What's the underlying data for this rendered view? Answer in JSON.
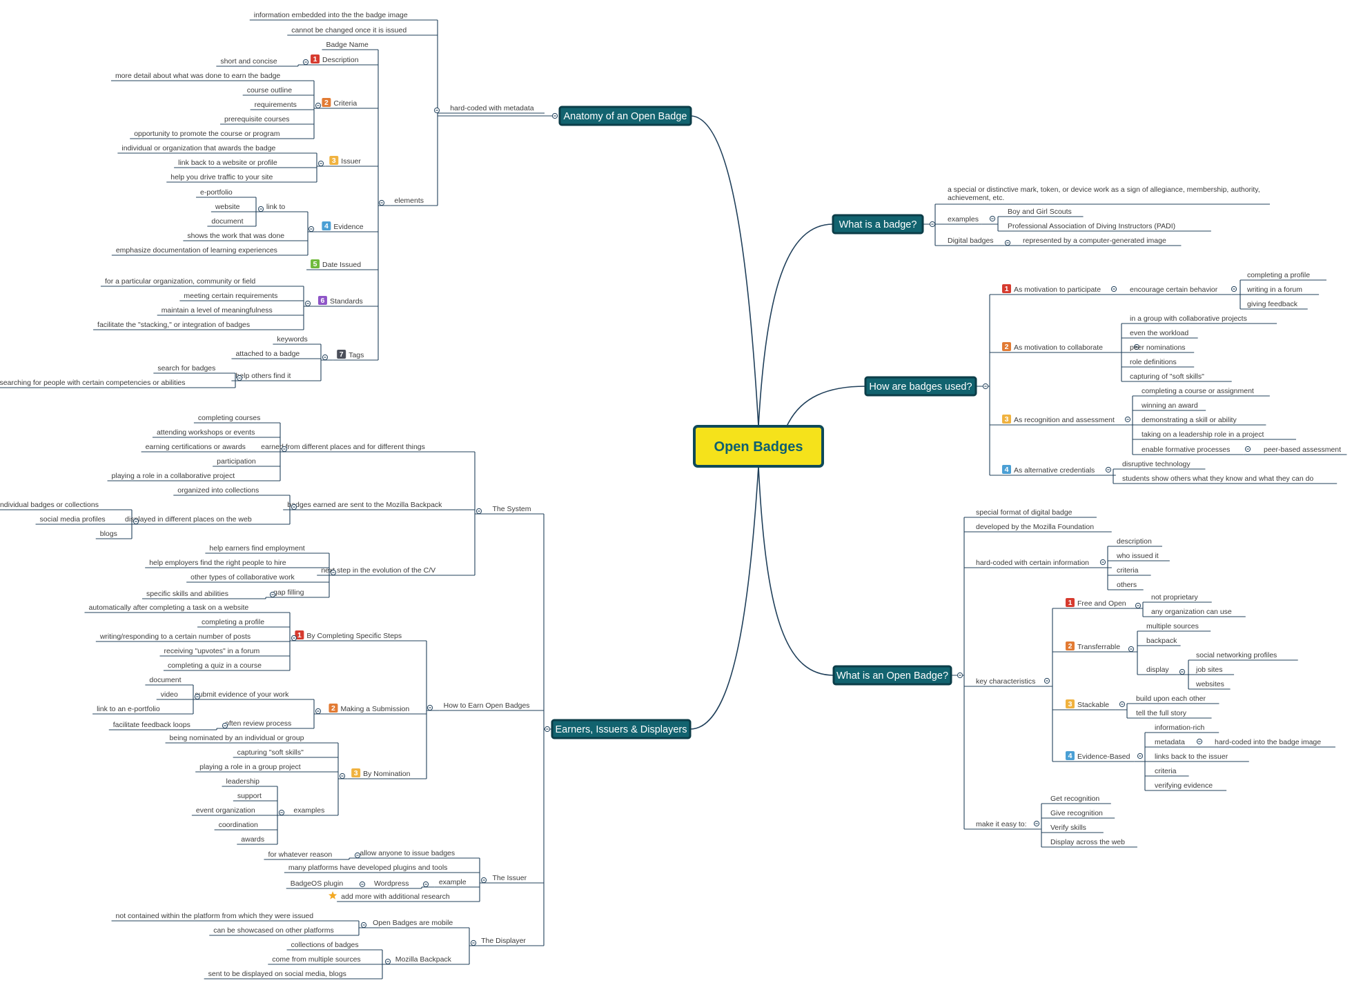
{
  "root": "Open Badges",
  "colors": {
    "root_fill": "#f5e21b",
    "root_border": "#0f4a59",
    "root_text": "#0e5f70",
    "main_fill": "#12636f",
    "main_border": "#0c3d48",
    "line": "#1f3f5a",
    "marker_1": "#d63b2f",
    "marker_2": "#e27b34",
    "marker_3": "#f0b23f",
    "marker_4": "#4a9fd4",
    "marker_5": "#6fba3a",
    "marker_6": "#8e55c7",
    "marker_7": "#4b4f5a",
    "star": "#f3a923"
  },
  "branches": {
    "anatomy": {
      "label": "Anatomy of an Open Badge",
      "hardcoded": {
        "label": "hard-coded with metadata",
        "items": [
          "information embedded into the the badge image",
          "cannot be changed once it is issued"
        ]
      },
      "elements": {
        "label": "elements",
        "badge_name": "Badge Name",
        "description": {
          "num": "1",
          "label": "Description",
          "items": [
            "short and concise"
          ]
        },
        "criteria": {
          "num": "2",
          "label": "Criteria",
          "items": [
            "more detail about what was done to earn the badge",
            "course outline",
            "requirements",
            "prerequisite courses",
            "opportunity to promote the course or program"
          ]
        },
        "issuer": {
          "num": "3",
          "label": "Issuer",
          "items": [
            "individual or organization that awards the badge",
            "link back to a website or profile",
            "help you drive traffic to your site"
          ]
        },
        "evidence": {
          "num": "4",
          "label": "Evidence",
          "link_to": {
            "label": "link to",
            "items": [
              "e-portfolio",
              "website",
              "document"
            ]
          },
          "items": [
            "shows the work that was done",
            "emphasize documentation of learning experiences"
          ]
        },
        "date_issued": {
          "num": "5",
          "label": "Date Issued"
        },
        "standards": {
          "num": "6",
          "label": "Standards",
          "items": [
            "for a particular organization, community or field",
            "meeting certain requirements",
            "maintain a level of meaningfulness",
            "facilitate the \"stacking,\" or integration of badges"
          ]
        },
        "tags": {
          "num": "7",
          "label": "Tags",
          "items": [
            "keywords",
            "attached to a badge"
          ],
          "help": {
            "label": "help others find it",
            "items": [
              "search for badges",
              "searching for people with certain competencies or abilities"
            ]
          }
        }
      }
    },
    "earners": {
      "label": "Earners, Issuers & Displayers",
      "system": {
        "label": "The System",
        "earned": {
          "label": "earned from different places and for different things",
          "items": [
            "completing courses",
            "attending workshops or events",
            "earning certifications or awards",
            "participation",
            "playing a role in a collaborative project"
          ]
        },
        "backpack": {
          "label": "badges earned are sent to the Mozilla Backpack",
          "items": [
            "organized into collections"
          ],
          "displayed": {
            "label": "displayed in different places on the web",
            "items": [
              "individual badges or collections",
              "social media profiles",
              "blogs"
            ]
          }
        },
        "next_step": {
          "label": "next step in the evolution of the C/V",
          "items": [
            "help earners find employment",
            "help employers find the right people to hire",
            "other types of collaborative work"
          ],
          "gap": {
            "label": "gap filling",
            "item": "specific skills and abilities"
          }
        }
      },
      "how_to_earn": {
        "label": "How to Earn Open Badges",
        "steps": {
          "num": "1",
          "label": "By Completing Specific Steps",
          "items": [
            "automatically after completing a task on a website",
            "completing a profile",
            "writing/responding to a certain number of posts",
            "receiving \"upvotes\" in a forum",
            "completing a quiz in a course"
          ]
        },
        "submission": {
          "num": "2",
          "label": "Making a Submission",
          "submit": {
            "label": "submit evidence of your work",
            "items": [
              "document",
              "video",
              "link to an e-portfolio"
            ]
          },
          "review": {
            "label": "often review process",
            "item": "facilitate feedback loops"
          }
        },
        "nomination": {
          "num": "3",
          "label": "By Nomination",
          "items": [
            "being nominated by an individual or group",
            "capturing \"soft skills\"",
            "playing a role in a group project"
          ],
          "examples": {
            "label": "examples",
            "items": [
              "leadership",
              "support",
              "event organization",
              "coordination",
              "awards"
            ]
          }
        }
      },
      "issuer": {
        "label": "The Issuer",
        "allow": {
          "label": "allow anyone to issue badges",
          "item": "for whatever reason"
        },
        "plugins": "many platforms have developed plugins and tools",
        "example": {
          "label": "example",
          "wordpress": "Wordpress",
          "plugin": "BadgeOS plugin"
        },
        "research": "add more with additional research"
      },
      "displayer": {
        "label": "The Displayer",
        "mobile": {
          "label": "Open Badges are mobile",
          "items": [
            "not contained within the platform from which they were issued",
            "can be showcased on other platforms"
          ]
        },
        "backpack": {
          "label": "Mozilla Backpack",
          "items": [
            "collections of badges",
            "come from multiple sources",
            "sent to be displayed on social media, blogs"
          ]
        }
      }
    },
    "what_badge": {
      "label": "What is a badge?",
      "definition_1": "a special or distinctive mark, token, or device work as a sign of allegiance, membership, authority,",
      "definition_2": "achievement, etc.",
      "examples": {
        "label": "examples",
        "items": [
          "Boy and Girl Scouts",
          "Professional Association of Diving Instructors (PADI)"
        ]
      },
      "digital": {
        "label": "Digital badges",
        "item": "represented by a computer-generated image"
      }
    },
    "how_used": {
      "label": "How are badges used?",
      "participate": {
        "num": "1",
        "label": "As motivation to participate",
        "behavior": {
          "label": "encourage certain behavior",
          "items": [
            "completing a profile",
            "writing in a forum",
            "giving feedback"
          ]
        }
      },
      "collaborate": {
        "num": "2",
        "label": "As motivation to collaborate",
        "items": [
          "in a group with collaborative projects",
          "even the workload",
          "peer nominations",
          "role definitions",
          "capturing of \"soft skills\""
        ]
      },
      "recognition": {
        "num": "3",
        "label": "As recognition and assessment",
        "items": [
          "completing a course or assignment",
          "winning an award",
          "demonstrating a skill or ability",
          "taking on a leadership role in a project"
        ],
        "formative": {
          "label": "enable formative processes",
          "item": "peer-based assessment"
        }
      },
      "alternative": {
        "num": "4",
        "label": "As alternative credentials",
        "items": [
          "disruptive technology",
          "students show others what they know and what they can do"
        ]
      }
    },
    "what_open": {
      "label": "What is an Open Badge?",
      "items": [
        "special format of digital badge",
        "developed by the Mozilla Foundation"
      ],
      "hardcoded": {
        "label": "hard-coded with certain information",
        "items": [
          "description",
          "who issued it",
          "criteria",
          "others"
        ]
      },
      "key": {
        "label": "key characteristics",
        "free": {
          "num": "1",
          "label": "Free and Open",
          "items": [
            "not proprietary",
            "any organization can use"
          ]
        },
        "transfer": {
          "num": "2",
          "label": "Transferrable",
          "items": [
            "multiple sources",
            "backpack"
          ],
          "display": {
            "label": "display",
            "items": [
              "social networking profiles",
              "job sites",
              "websites"
            ]
          }
        },
        "stack": {
          "num": "3",
          "label": "Stackable",
          "items": [
            "build upon each other",
            "tell the full story"
          ]
        },
        "evidence": {
          "num": "4",
          "label": "Evidence-Based",
          "items": [
            "information-rich",
            "links back to the issuer",
            "criteria",
            "verifying evidence"
          ],
          "metadata": {
            "label": "metadata",
            "item": "hard-coded into the badge image"
          }
        }
      },
      "easy": {
        "label": "make it easy to:",
        "items": [
          "Get recognition",
          "Give recognition",
          "Verify skills",
          "Display across the web"
        ]
      }
    }
  }
}
